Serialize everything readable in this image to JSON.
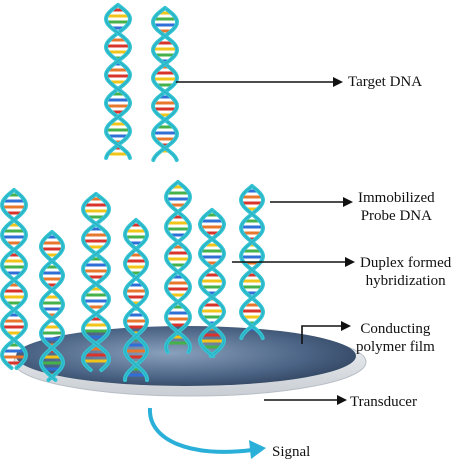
{
  "labels": {
    "target": "Target DNA",
    "probe_line1": "Immobilized",
    "probe_line2": "Probe DNA",
    "duplex_line1": "Duplex formed",
    "duplex_line2": "hybridization",
    "polymer_line1": "Conducting",
    "polymer_line2": "polymer film",
    "transducer": "Transducer",
    "signal": "Signal"
  },
  "colors": {
    "strand": "#35c4d4",
    "strand_edge": "#1d9fb2",
    "base_pairs": [
      "#d9342b",
      "#f0c419",
      "#46b04a",
      "#2f6fd6",
      "#e8772e"
    ],
    "film_dark": "#2c3e57",
    "film_light": "#7f96b2",
    "transducer_rim": "#e3e6ea",
    "arrow": "#111111",
    "signal_arrow": "#2ab0d8"
  }
}
